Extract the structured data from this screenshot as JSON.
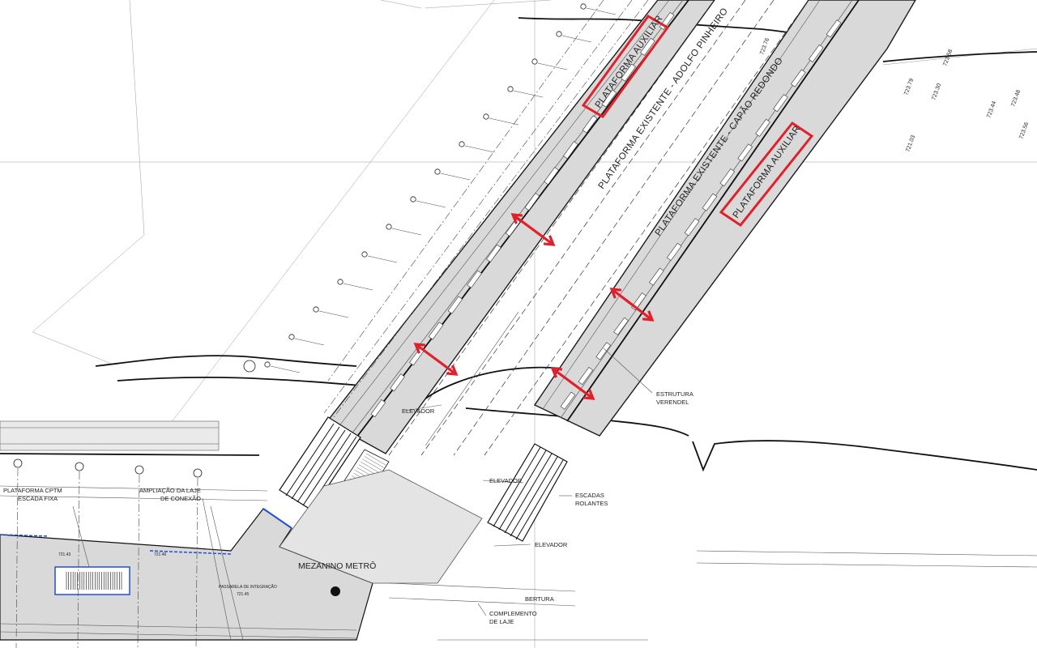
{
  "plan": {
    "labels": {
      "plat_existente_1": "PLATAFORMA EXISTENTE - ADOLFO PINHEIRO",
      "plat_existente_2": "PLATAFORMA EXISTENTE - CAPÃO REDONDO",
      "plat_aux_1": "PLATAFORMA AUXILIAR",
      "plat_aux_2": "PLATAFORMA AUXILIAR",
      "mezanino": "MEZANINO METRÔ",
      "estrutura_1": "ESTRUTURA",
      "estrutura_2": "VERENDEL",
      "elevador_1": "ELEVADOR",
      "elevador_2": "ELEVADOR",
      "elevador_3": "ELEVADOR",
      "escadas_1": "ESCADAS",
      "escadas_2": "ROLANTES",
      "plat_cptm_1": "PLATAFORMA CPTM",
      "plat_cptm_2": "ESCADA FIXA",
      "ampliacao_1": "AMPLIAÇÃO DA LAJE",
      "ampliacao_2": "DE CONEXÃO",
      "passarela": "PASSARELA DE INTEGRAÇÃO",
      "complemento_1": "COMPLEMENTO",
      "complemento_2": "DE LAJE",
      "cobertura": "BERTURA"
    },
    "elevations": {
      "e1": "723.58",
      "e2": "723.79",
      "e3": "723.30",
      "e4": "723.44",
      "e5": "723.48",
      "e6": "721.03",
      "e7": "723.76",
      "e8": "723.56",
      "m1": "721.43",
      "m2": "721.45",
      "m3": "721.46"
    },
    "colors": {
      "highlight": "#e0202a",
      "platform_fill": "#d9d9d9",
      "cptm_edge": "#1f4fd8"
    }
  }
}
